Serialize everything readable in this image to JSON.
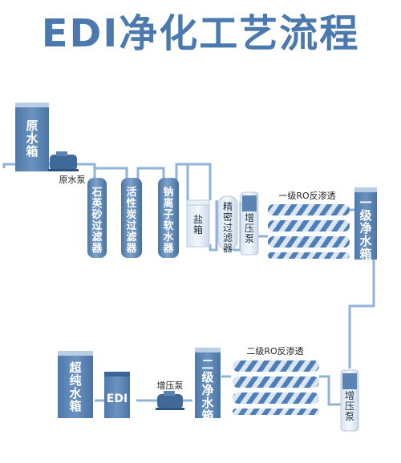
{
  "title": "EDI净化工艺流程",
  "colors": {
    "title": "#4b79ad",
    "tank": "#5b84b3",
    "tank_light": "#8eb0d4",
    "pipe": "#8fb3d6",
    "stripe": "#4f7fb8"
  },
  "nodes": {
    "raw_tank": "原水箱",
    "raw_pump": "原水泵",
    "sand_filter": "石英砂过滤器",
    "carbon_filter": "活性炭过滤器",
    "softener": "钠离子软水器",
    "salt_tank": "盐箱",
    "precision_filter": "精密过滤器",
    "booster_pump_1": "增压泵",
    "ro1_label": "一级RO反渗透",
    "stage1_tank": "一级净水箱",
    "booster_pump_2": "增压泵",
    "ro2_label": "二级RO反渗透",
    "stage2_tank": "二级净水箱",
    "booster_pump_3": "增压泵",
    "edi": "EDI",
    "ultrapure_tank": "超纯水箱"
  }
}
